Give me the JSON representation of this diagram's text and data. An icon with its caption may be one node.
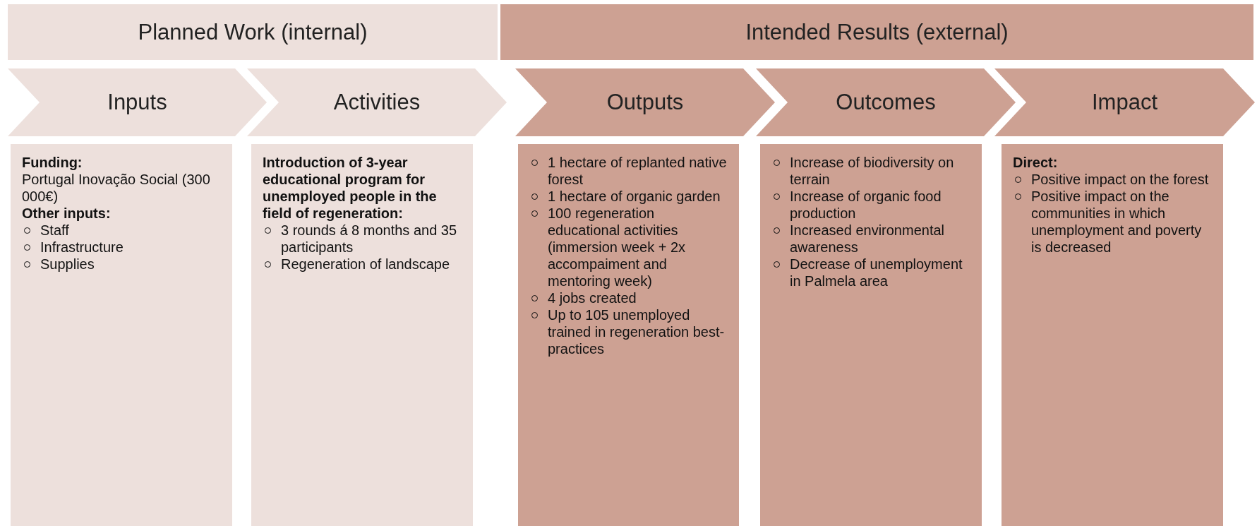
{
  "diagram": {
    "nodes": [
      {
        "text": [
          "Planned Work (internal)"
        ]
      },
      {
        "text": [
          "Intended Results (external)"
        ]
      },
      {
        "text": [
          "Inputs"
        ]
      },
      {
        "text": [
          "Activities"
        ]
      },
      {
        "text": [
          "Outputs"
        ]
      },
      {
        "text": [
          "Outcomes"
        ]
      },
      {
        "text": [
          "Impact"
        ]
      },
      {
        "text": [
          "Funding:",
          "Portugal Inovação Social (300 000€)",
          "Other inputs:",
          "Staff",
          "Infrastructure",
          "Supplies"
        ]
      },
      {
        "text": [
          "Introduction of 3-year educational program for unemployed people in the field of regeneration:",
          "3 rounds á 8 months and 35 participants",
          "Regeneration of landscape"
        ]
      },
      {
        "text": [
          "1 hectare of replanted native forest",
          "1 hectare of organic garden",
          "100 regeneration educational activities (immersion week + 2x accompaiment and mentoring week)",
          "4 jobs created",
          "Up to 105 unemployed trained in regeneration best-practices"
        ]
      },
      {
        "text": [
          "Increase of biodiversity on terrain",
          "Increase of organic food production",
          "Increased environmental awareness",
          "Decrease of unemployment in Palmela area"
        ]
      },
      {
        "text": [
          "Direct:",
          "Positive impact on the forest",
          "Positive impact on the communities in which unemployment and poverty is decreased"
        ]
      }
    ]
  }
}
